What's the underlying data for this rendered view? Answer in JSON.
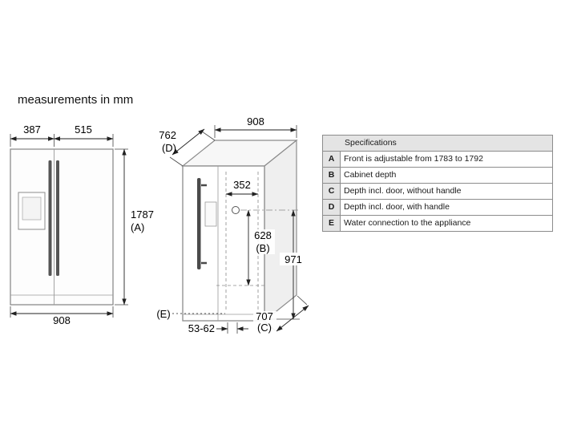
{
  "title": "measurements in mm",
  "front_view": {
    "dim_width_left": "387",
    "dim_width_right": "515",
    "dim_height": "1787",
    "dim_height_ref": "(A)",
    "dim_width_total": "908"
  },
  "side_view": {
    "dim_depth_with_handle": "762",
    "dim_depth_with_handle_ref": "(D)",
    "dim_width_top": "908",
    "dim_inner_width": "352",
    "dim_cabinet_depth": "628",
    "dim_cabinet_depth_ref": "(B)",
    "dim_height_water": "971",
    "dim_water_ref": "(E)",
    "dim_wall_gap": "53-62",
    "dim_depth_no_handle": "707",
    "dim_depth_no_handle_ref": "(C)"
  },
  "spec_table": {
    "header": "Specifications",
    "rows": [
      {
        "key": "A",
        "description": "Front is adjustable from 1783 to 1792"
      },
      {
        "key": "B",
        "description": "Cabinet depth"
      },
      {
        "key": "C",
        "description": "Depth incl. door, without handle"
      },
      {
        "key": "D",
        "description": "Depth incl. door, with handle"
      },
      {
        "key": "E",
        "description": "Water connection to the appliance"
      }
    ]
  }
}
